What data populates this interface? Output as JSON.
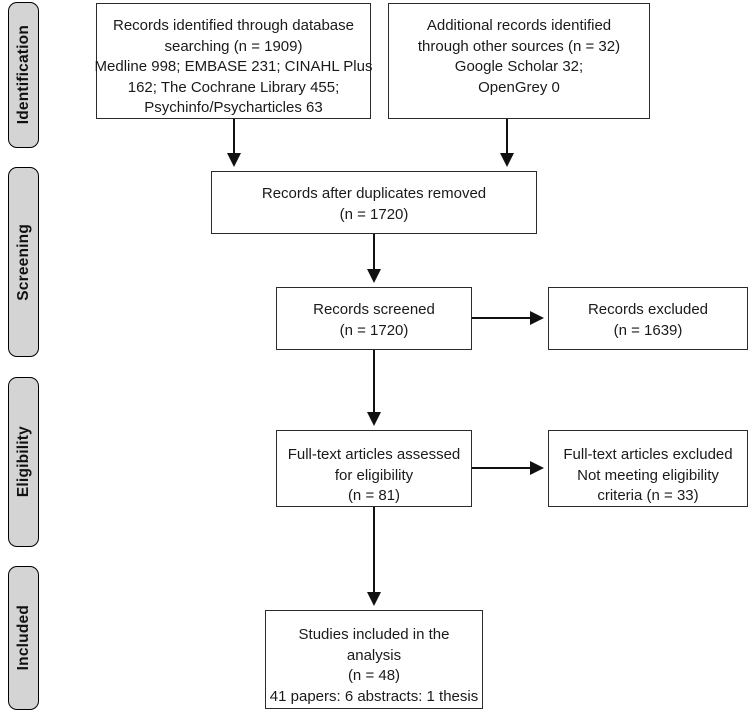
{
  "diagram": {
    "title": "PRISMA study selection flow diagram",
    "box_border_color": "#2b2b2b",
    "pill_fill_color": "#d4d4d4",
    "background_color": "#ffffff"
  },
  "stages": [
    {
      "name": "identification",
      "label": "Identification"
    },
    {
      "name": "screening",
      "label": "Screening"
    },
    {
      "name": "eligibility",
      "label": "Eligibility"
    },
    {
      "name": "included",
      "label": "Included"
    }
  ],
  "boxes": {
    "database_search": {
      "name": "records-identified-database-box",
      "lines": [
        "Records identified through database",
        "searching (n = 1909)",
        "Medline 998; EMBASE 231; CINAHL Plus",
        "162; The Cochrane Library 455;",
        "Psychinfo/Psycharticles 63"
      ]
    },
    "other_sources": {
      "name": "additional-records-other-sources-box",
      "lines": [
        "Additional records identified",
        "through other sources (n = 32)",
        "Google Scholar 32;",
        "OpenGrey 0"
      ]
    },
    "duplicates_removed": {
      "name": "records-after-duplicates-removed-box",
      "lines": [
        "Records after duplicates removed",
        "(n = 1720)"
      ]
    },
    "records_screened": {
      "name": "records-screened-box",
      "lines": [
        "Records screened",
        "(n = 1720)"
      ]
    },
    "records_excluded": {
      "name": "records-excluded-box",
      "lines": [
        "Records excluded",
        "(n = 1639)"
      ]
    },
    "fulltext_assessed": {
      "name": "fulltext-articles-assessed-box",
      "lines": [
        "Full-text articles assessed",
        "for eligibility",
        "(n = 81)"
      ]
    },
    "fulltext_excluded": {
      "name": "fulltext-articles-excluded-box",
      "lines": [
        "Full-text articles excluded",
        "Not meeting eligibility",
        "criteria (n = 33)"
      ]
    },
    "studies_included": {
      "name": "studies-included-box",
      "lines": [
        "Studies included in the",
        "analysis",
        "(n = 48)",
        "41 papers: 6 abstracts: 1 thesis"
      ]
    }
  },
  "counts": {
    "identified_database": 1909,
    "identified_other": 32,
    "after_duplicates": 1720,
    "screened": 1720,
    "excluded_screening": 1639,
    "fulltext_assessed": 81,
    "fulltext_excluded": 33,
    "included": 48
  }
}
